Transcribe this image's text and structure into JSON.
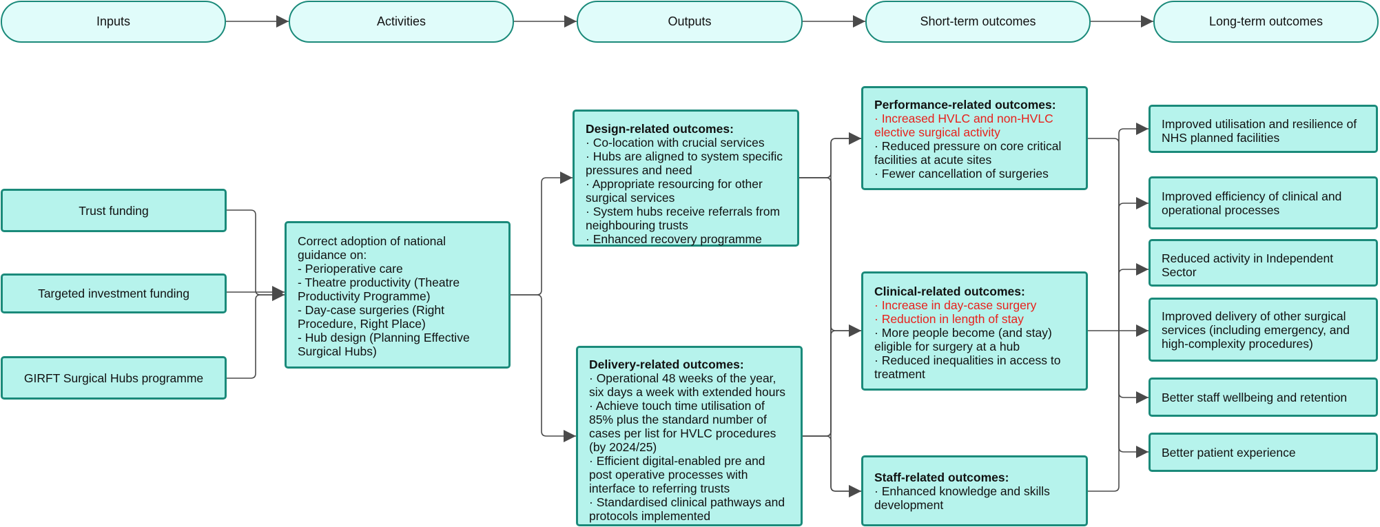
{
  "stages": [
    "Inputs",
    "Activities",
    "Outputs",
    "Short-term outcomes",
    "Long-term outcomes"
  ],
  "inputs": [
    "Trust funding",
    "Targeted investment funding",
    "GIRFT Surgical Hubs programme"
  ],
  "activity": {
    "lines": [
      "Correct adoption of national",
      "guidance on:",
      "- Perioperative care",
      "- Theatre productivity (Theatre",
      "Productivity Programme)",
      "- Day-case surgeries (Right",
      "Procedure, Right Place)",
      "- Hub design (Planning Effective",
      "Surgical Hubs)"
    ]
  },
  "outputs": {
    "design": {
      "title": "Design-related outcomes:",
      "lines": [
        "· Co-location with crucial services",
        "· Hubs are aligned to system specific",
        "pressures and need",
        "· Appropriate resourcing for other",
        "surgical services",
        "· System hubs receive referrals from",
        "neighbouring trusts",
        "· Enhanced recovery programme"
      ]
    },
    "delivery": {
      "title": "Delivery-related outcomes:",
      "lines": [
        "· Operational 48 weeks of the year,",
        "six days a week with extended hours",
        "· Achieve touch time utilisation of",
        "85% plus the standard number of",
        "cases per list for HVLC procedures",
        "(by 2024/25)",
        "· Efficient digital-enabled pre and",
        "post operative processes with",
        "interface to referring trusts",
        "· Standardised clinical pathways and",
        "protocols implemented"
      ]
    }
  },
  "short_term": {
    "performance": {
      "title": "Performance-related outcomes:",
      "lines": [
        "· Increased HVLC and non-HVLC",
        "elective surgical activity",
        "· Reduced pressure on core critical",
        "facilities at acute sites",
        "· Fewer cancellation of surgeries"
      ],
      "red_count": 2
    },
    "clinical": {
      "title": "Clinical-related outcomes:",
      "lines": [
        "· Increase in day-case surgery",
        "· Reduction in length of stay",
        "· More people become (and stay)",
        "eligible for surgery at a hub",
        "· Reduced inequalities in access to",
        "treatment"
      ],
      "red_count": 2
    },
    "staff": {
      "title": "Staff-related outcomes:",
      "lines": [
        "· Enhanced knowledge and skills",
        "development"
      ],
      "red_count": 0
    }
  },
  "long_term": [
    [
      "Improved utilisation and resilience of",
      "NHS planned facilities"
    ],
    [
      "Improved efficiency of clinical and",
      "operational processes"
    ],
    [
      "Reduced activity in Independent",
      "Sector"
    ],
    [
      "Improved delivery of other surgical",
      "services (including emergency, and",
      "high-complexity procedures)"
    ],
    [
      "Better staff wellbeing and retention"
    ],
    [
      "Better patient experience"
    ]
  ],
  "colors": {
    "border": "#1a8a7a",
    "fill": "#b6f3ec",
    "pill_fill": "#e0fcfa",
    "connector": "#4a4a4a",
    "highlight": "#e8211c"
  }
}
